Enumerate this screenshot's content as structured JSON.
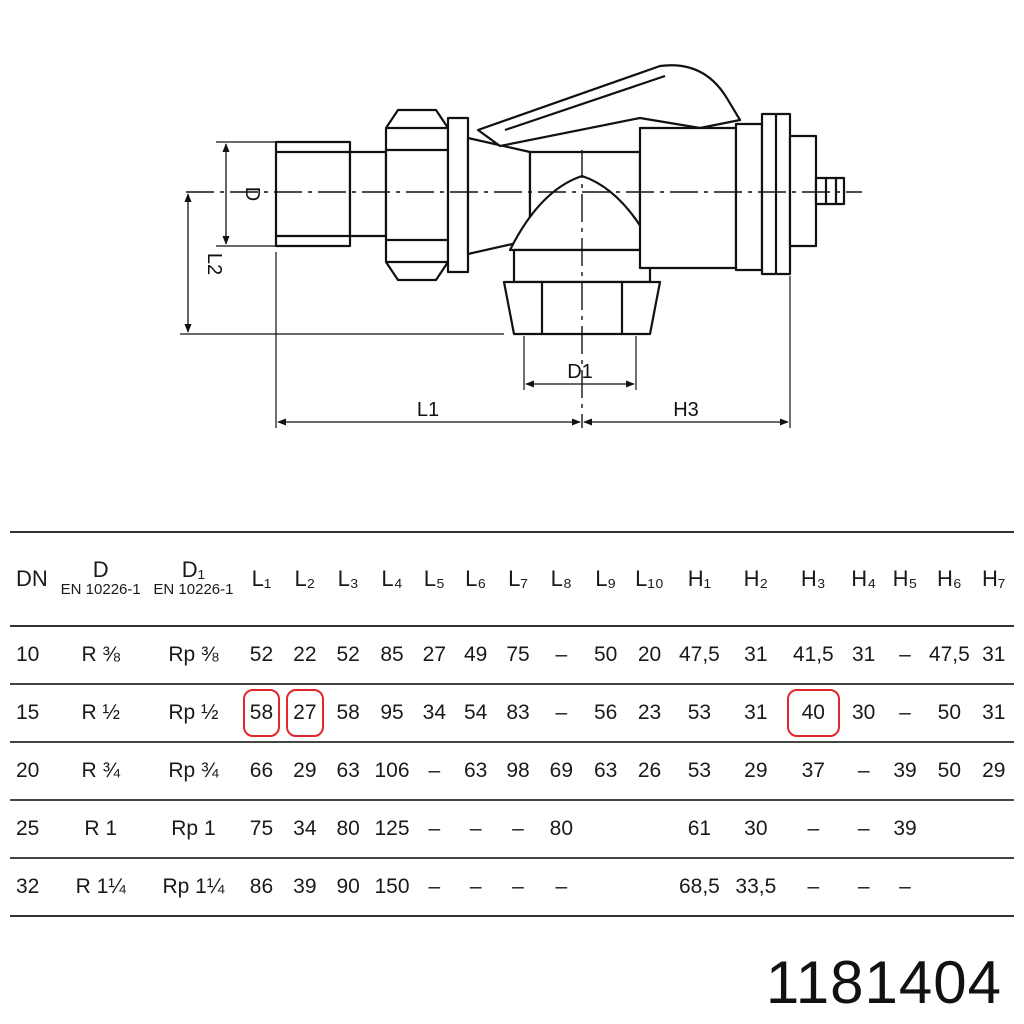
{
  "drawing": {
    "labels": {
      "d": "D",
      "l2": "L2",
      "d1": "D1",
      "l1": "L1",
      "h3": "H3"
    }
  },
  "table": {
    "headers": [
      {
        "main": "DN",
        "sub": ""
      },
      {
        "main": "D",
        "sub": "EN 10226-1"
      },
      {
        "main": "D₁",
        "sub": "EN 10226-1"
      },
      {
        "main": "L₁",
        "sub": ""
      },
      {
        "main": "L₂",
        "sub": ""
      },
      {
        "main": "L₃",
        "sub": ""
      },
      {
        "main": "L₄",
        "sub": ""
      },
      {
        "main": "L₅",
        "sub": ""
      },
      {
        "main": "L₆",
        "sub": ""
      },
      {
        "main": "L₇",
        "sub": ""
      },
      {
        "main": "L₈",
        "sub": ""
      },
      {
        "main": "L₉",
        "sub": ""
      },
      {
        "main": "L₁₀",
        "sub": ""
      },
      {
        "main": "H₁",
        "sub": ""
      },
      {
        "main": "H₂",
        "sub": ""
      },
      {
        "main": "H₃",
        "sub": ""
      },
      {
        "main": "H₄",
        "sub": ""
      },
      {
        "main": "H₅",
        "sub": ""
      },
      {
        "main": "H₆",
        "sub": ""
      },
      {
        "main": "H₇",
        "sub": ""
      }
    ],
    "rows": [
      [
        "10",
        "R ⅜",
        "Rp ⅜",
        "52",
        "22",
        "52",
        "85",
        "27",
        "49",
        "75",
        "–",
        "50",
        "20",
        "47,5",
        "31",
        "41,5",
        "31",
        "–",
        "47,5",
        "31"
      ],
      [
        "15",
        "R ½",
        "Rp ½",
        "58",
        "27",
        "58",
        "95",
        "34",
        "54",
        "83",
        "–",
        "56",
        "23",
        "53",
        "31",
        "40",
        "30",
        "–",
        "50",
        "31"
      ],
      [
        "20",
        "R ¾",
        "Rp ¾",
        "66",
        "29",
        "63",
        "106",
        "–",
        "63",
        "98",
        "69",
        "63",
        "26",
        "53",
        "29",
        "37",
        "–",
        "39",
        "50",
        "29"
      ],
      [
        "25",
        "R 1",
        "Rp 1",
        "75",
        "34",
        "80",
        "125",
        "–",
        "–",
        "–",
        "80",
        "",
        "",
        "61",
        "30",
        "–",
        "–",
        "39",
        "",
        ""
      ],
      [
        "32",
        "R 1¼",
        "Rp 1¼",
        "86",
        "39",
        "90",
        "150",
        "–",
        "–",
        "–",
        "–",
        "",
        "",
        "68,5",
        "33,5",
        "–",
        "–",
        "–",
        "",
        ""
      ]
    ],
    "highlighted_cells": [
      [
        1,
        3
      ],
      [
        1,
        4
      ],
      [
        1,
        15
      ]
    ],
    "highlight_color": "#e3262e"
  },
  "part_number": "1181404"
}
